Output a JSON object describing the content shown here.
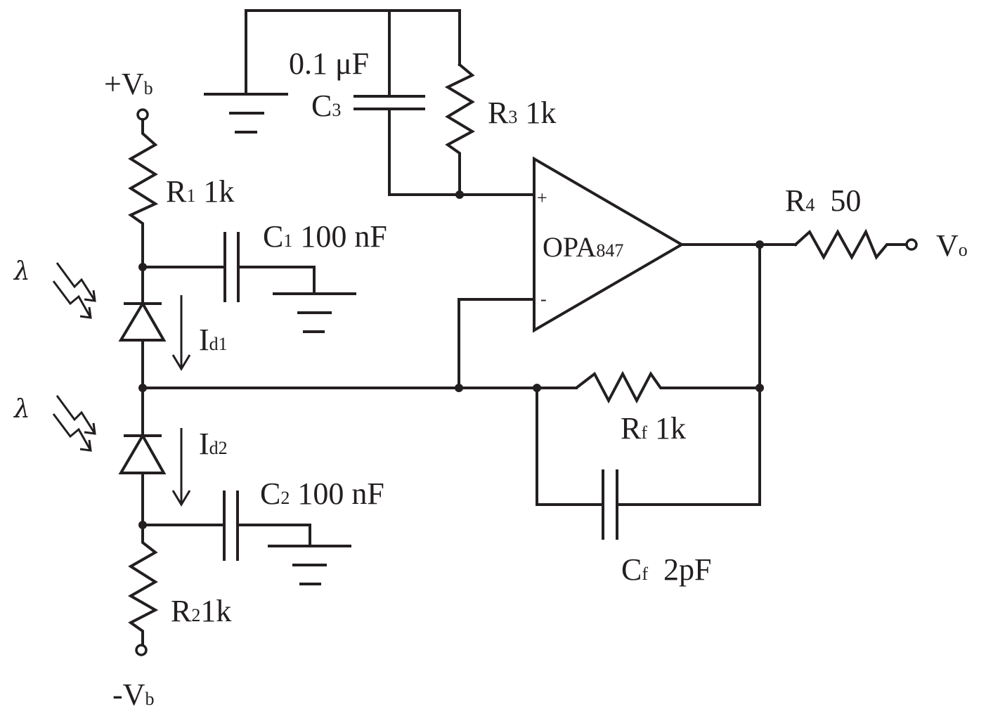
{
  "diagram": {
    "type": "circuit-schematic",
    "title": "Balanced photodiode transimpedance amplifier",
    "colors": {
      "ink": "#231f20",
      "background": "#ffffff"
    },
    "supply": {
      "positive": {
        "main": "+V",
        "sub": "b"
      },
      "negative": {
        "main": "-V",
        "sub": "b"
      }
    },
    "light": {
      "symbol": "λ"
    },
    "components": {
      "R1": {
        "ref": "R",
        "sub": "1",
        "value": " 1k"
      },
      "R2": {
        "ref": "R",
        "sub": "2",
        "value": "1k"
      },
      "R3": {
        "ref": "R",
        "sub": "3",
        "value": " 1k"
      },
      "R4": {
        "ref": "R",
        "sub": "4",
        "value": "  50"
      },
      "Rf": {
        "ref": "R",
        "sub": "f",
        "value": " 1k"
      },
      "C1": {
        "ref": "C",
        "sub": "1",
        "value": " 100 nF"
      },
      "C2": {
        "ref": "C",
        "sub": "2",
        "value": " 100 nF"
      },
      "C3": {
        "ref": "C",
        "sub": "3",
        "value": "0.1 μF"
      },
      "Cf": {
        "ref": "C",
        "sub": "f",
        "value": "  2pF"
      },
      "opamp": {
        "main": "OPA",
        "sub": "847",
        "plus": "+",
        "minus": "-"
      }
    },
    "currents": {
      "Id1": {
        "main": "I",
        "sub": "d1"
      },
      "Id2": {
        "main": "I",
        "sub": "d2"
      }
    },
    "output": {
      "main": "V",
      "sub": "o"
    }
  }
}
